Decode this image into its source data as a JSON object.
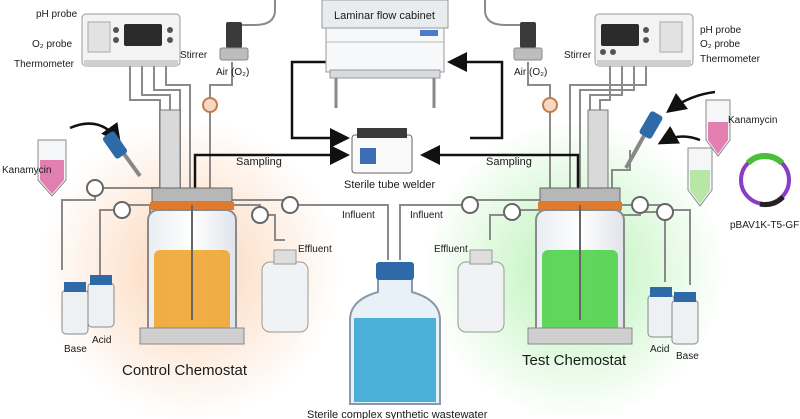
{
  "labels": {
    "ph_probe_left": "pH probe",
    "o2_probe_left": "O₂ probe",
    "thermometer_left": "Thermometer",
    "stirrer_left": "Stirrer",
    "air_left": "Air (O₂)",
    "laminar": "Laminar flow cabinet",
    "air_right": "Air (O₂)",
    "stirrer_right": "Stirrer",
    "ph_probe_right": "pH probe",
    "o2_probe_right": "O₂ probe",
    "thermometer_right": "Thermometer",
    "kanamycin_left": "Kanamycin",
    "kanamycin_right": "Kanamycin",
    "sampling_left": "Sampling",
    "sampling_right": "Sampling",
    "tube_welder": "Sterile tube welder",
    "plasmid": "pBAV1K-T5-GFP",
    "influent_left": "Influent",
    "influent_right": "Influent",
    "effluent_left": "Effluent",
    "effluent_right": "Effluent",
    "base_left": "Base",
    "acid_left": "Acid",
    "acid_right": "Acid",
    "base_right": "Base",
    "control": "Control Chemostat",
    "test": "Test Chemostat",
    "wastewater": "Sterile complex synthetic wastewater"
  },
  "colors": {
    "control_culture": "#f0a531",
    "test_culture": "#4fd34a",
    "wastewater": "#3aa7d6",
    "kanamycin": "#e37fb0",
    "plasmid_ring": "#8a3dc4",
    "gfp_segment": "#4bbf3a",
    "tube_line": "#8a8a8a",
    "bottle_cap": "#2f6aa8",
    "arrow": "#111111"
  }
}
